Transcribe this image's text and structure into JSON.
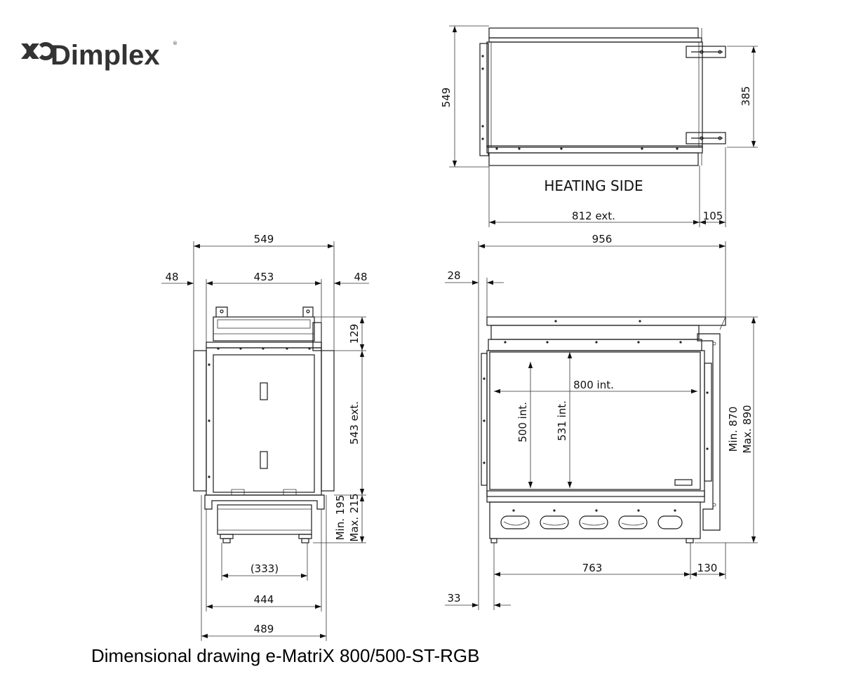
{
  "brand": {
    "name": "Dimplex",
    "registered": "®"
  },
  "caption": "Dimensional drawing e-MatriX 800/500-ST-RGB",
  "top_view": {
    "depth": "549",
    "width_ext": "812 ext.",
    "overhang": "105",
    "bracket_span": "385",
    "side_label": "HEATING SIDE"
  },
  "side_view": {
    "overall": "549",
    "left_margin": "48",
    "inner": "453",
    "right_margin": "48",
    "top_section": "129",
    "body_height": "543 ext.",
    "base_height": "Min. 195\nMax. 215",
    "base_height_min": "Min. 195",
    "base_height_max": "Max. 215",
    "feet_span": "(333)",
    "base_width": "444",
    "footprint": "489"
  },
  "front_view": {
    "overall_width": "956",
    "top_offset": "28",
    "opening_width": "800 int.",
    "opening_height": "500 int.",
    "inner_height": "531 int.",
    "total_height_min": "Min. 870",
    "total_height_max": "Max. 890",
    "base_span": "763",
    "right_span": "130",
    "bottom_offset": "33"
  }
}
